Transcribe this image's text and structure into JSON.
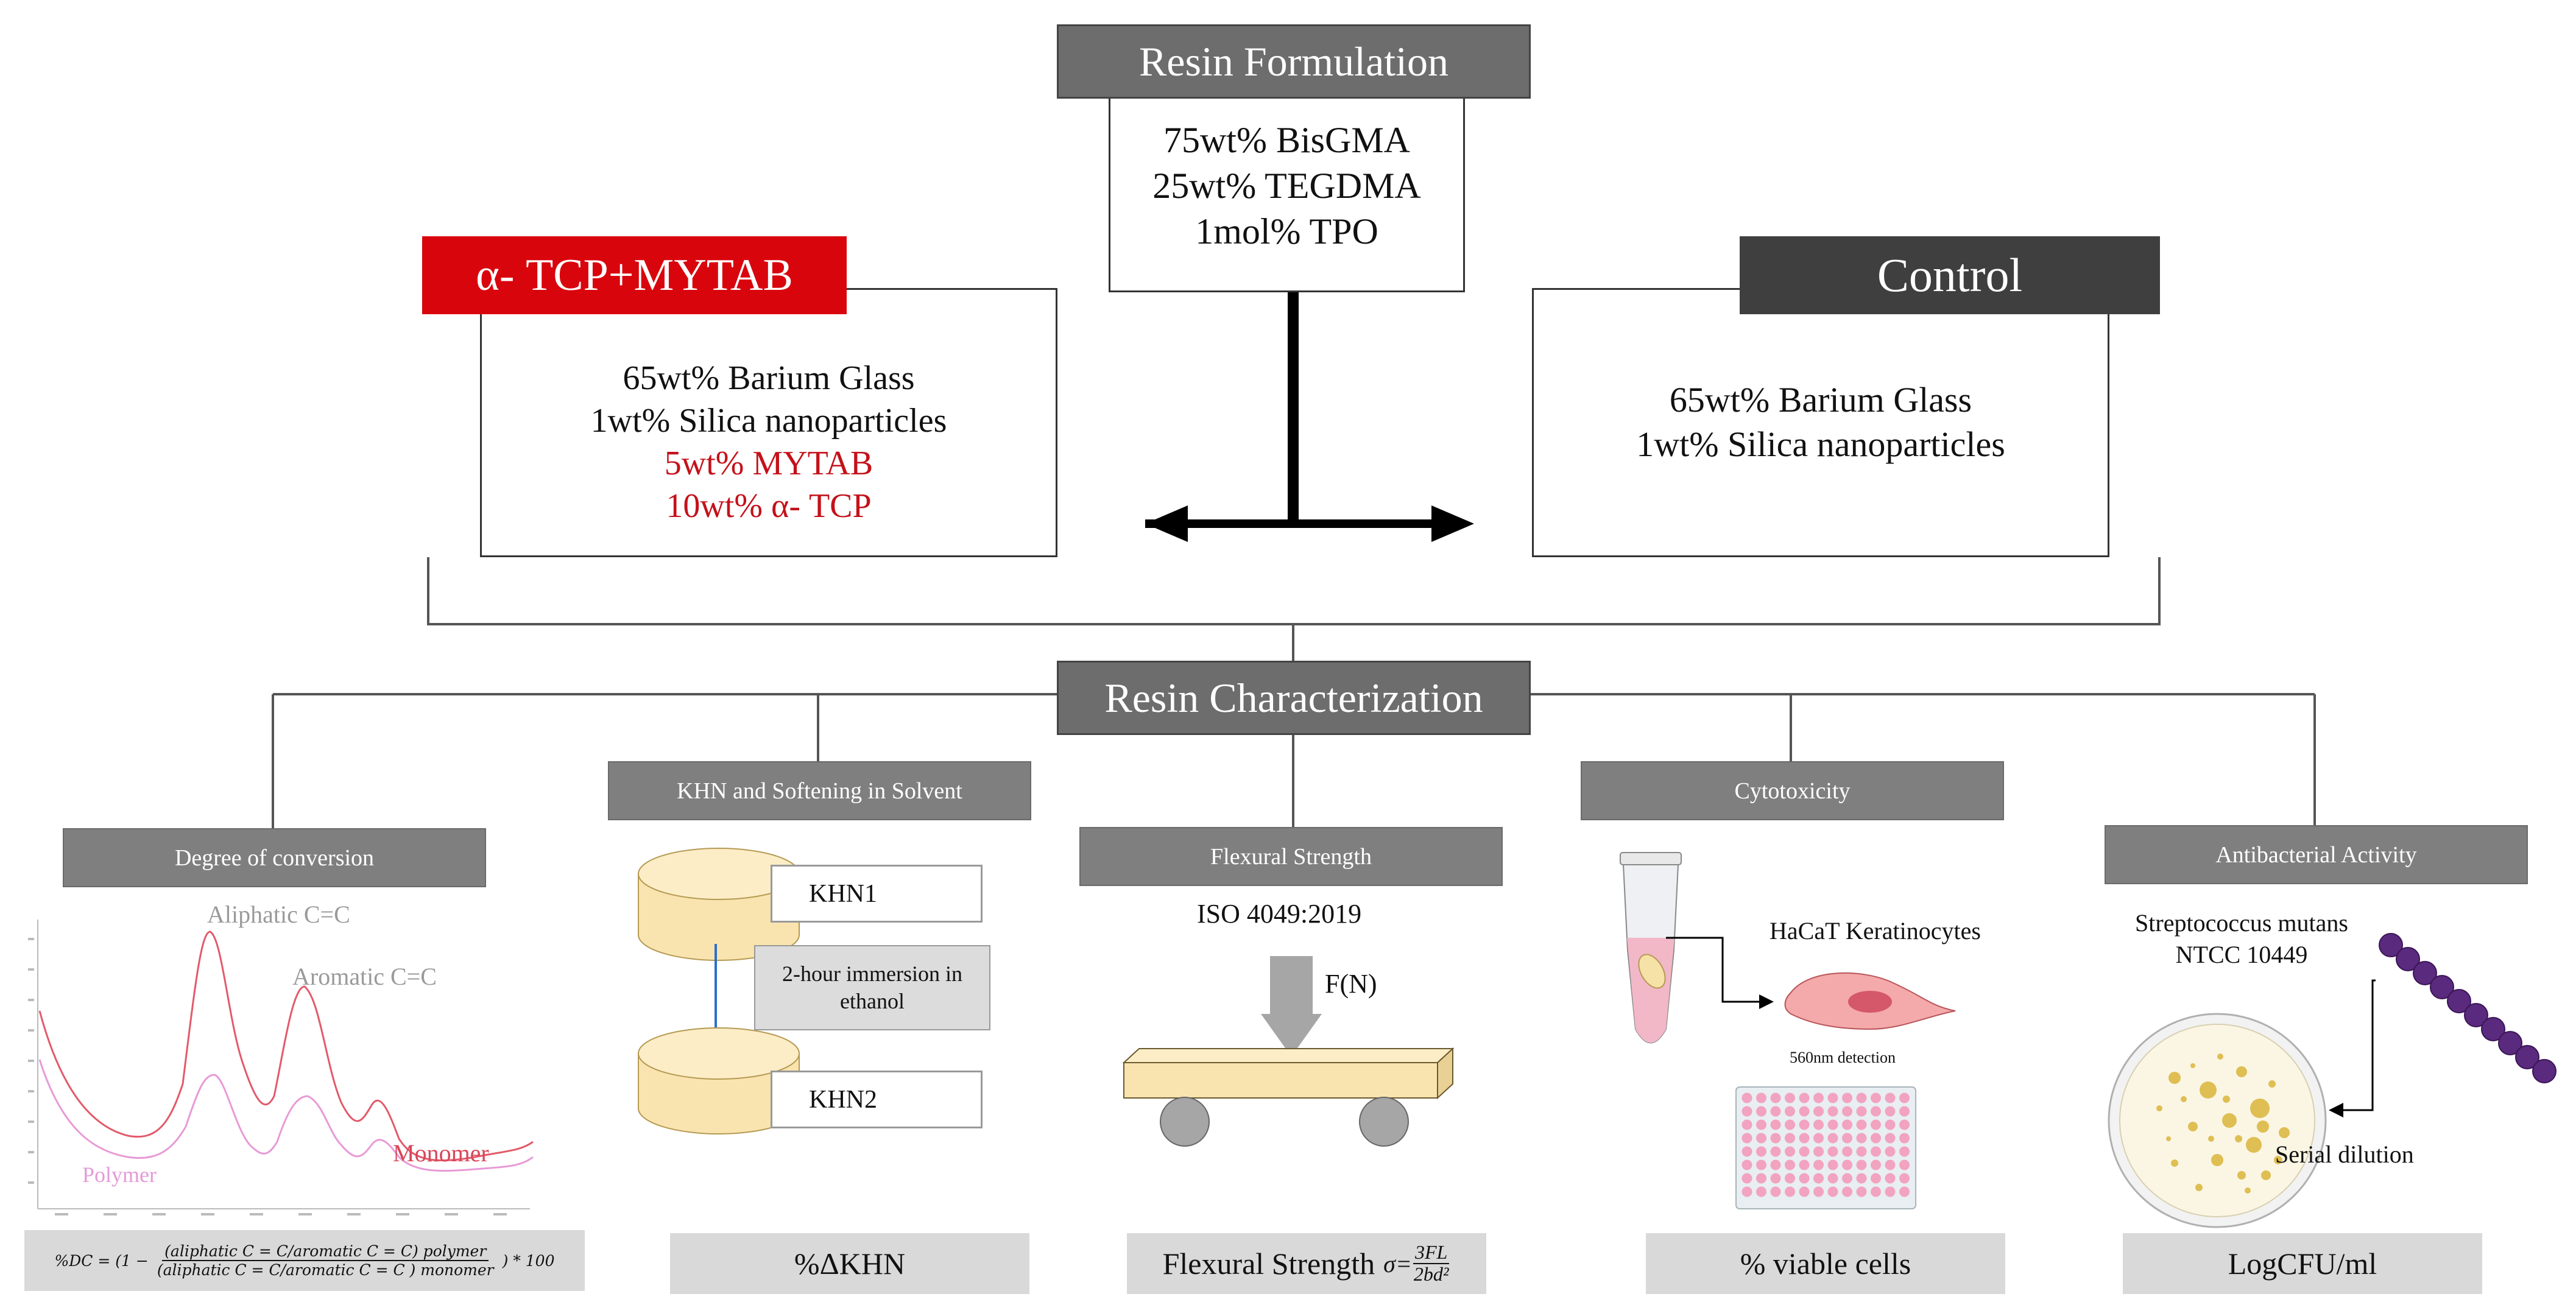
{
  "top": {
    "title": "Resin Formulation",
    "lines": [
      "75wt% BisGMA",
      "25wt% TEGDMA",
      "1mol% TPO"
    ]
  },
  "left_group": {
    "title": "α- TCP+MYTAB",
    "lines": [
      "65wt% Barium Glass",
      "1wt% Silica nanoparticles"
    ],
    "red_lines": [
      "5wt% MYTAB",
      "10wt% α- TCP"
    ]
  },
  "right_group": {
    "title": "Control",
    "lines": [
      "65wt% Barium Glass",
      "1wt% Silica nanoparticles"
    ]
  },
  "characterization": {
    "title": "Resin Characterization"
  },
  "methods": {
    "dc": {
      "title": "Degree of conversion",
      "peak1": "Aliphatic C=C",
      "peak2": "Aromatic C=C",
      "polymer": "Polymer",
      "monomer": "Monomer",
      "formula_lhs": "%DC = (1 −",
      "formula_num": "(aliphatic C = C/aromatic C = C) polymer",
      "formula_den": "(aliphatic C = C/aromatic C = C ) monomer",
      "formula_rhs": ") * 100",
      "colors": {
        "polymer": "#e890e0",
        "monomer": "#e04a5a"
      }
    },
    "khn": {
      "title": "KHN and Softening in Solvent",
      "khn1": "KHN1",
      "immersion": "2-hour immersion in ethanol",
      "khn2": "KHN2",
      "result": "%ΔKHN"
    },
    "flex": {
      "title": "Flexural Strength",
      "iso": "ISO 4049:2019",
      "force": "F(N)",
      "result": "Flexural Strength",
      "sigma": "σ=",
      "num": "3FL",
      "den": "2bd²"
    },
    "cyto": {
      "title": "Cytotoxicity",
      "cells": "HaCaT Keratinocytes",
      "detection": "560nm detection",
      "result": "% viable cells"
    },
    "anti": {
      "title": "Antibacterial Activity",
      "organism": "Streptococcus mutans",
      "strain": "NTCC 10449",
      "dilution": "Serial dilution",
      "result": "LogCFU/ml"
    }
  }
}
